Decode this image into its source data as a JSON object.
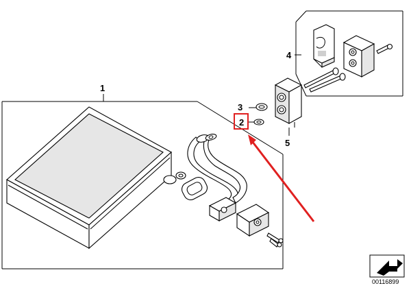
{
  "diagram": {
    "callouts": {
      "c1": "1",
      "c2": "2",
      "c3": "3",
      "c4": "4",
      "c5": "5"
    },
    "highlight": {
      "target_label": "2",
      "box_color": "#e02020",
      "arrow_color": "#e02020"
    },
    "catalog_number": "00116899",
    "icons": [
      "evaporator",
      "expansion-valve",
      "o-ring",
      "gasket",
      "pipe-assembly",
      "connector-block",
      "bolt",
      "mounting-bracket",
      "page-corner-icon"
    ]
  }
}
